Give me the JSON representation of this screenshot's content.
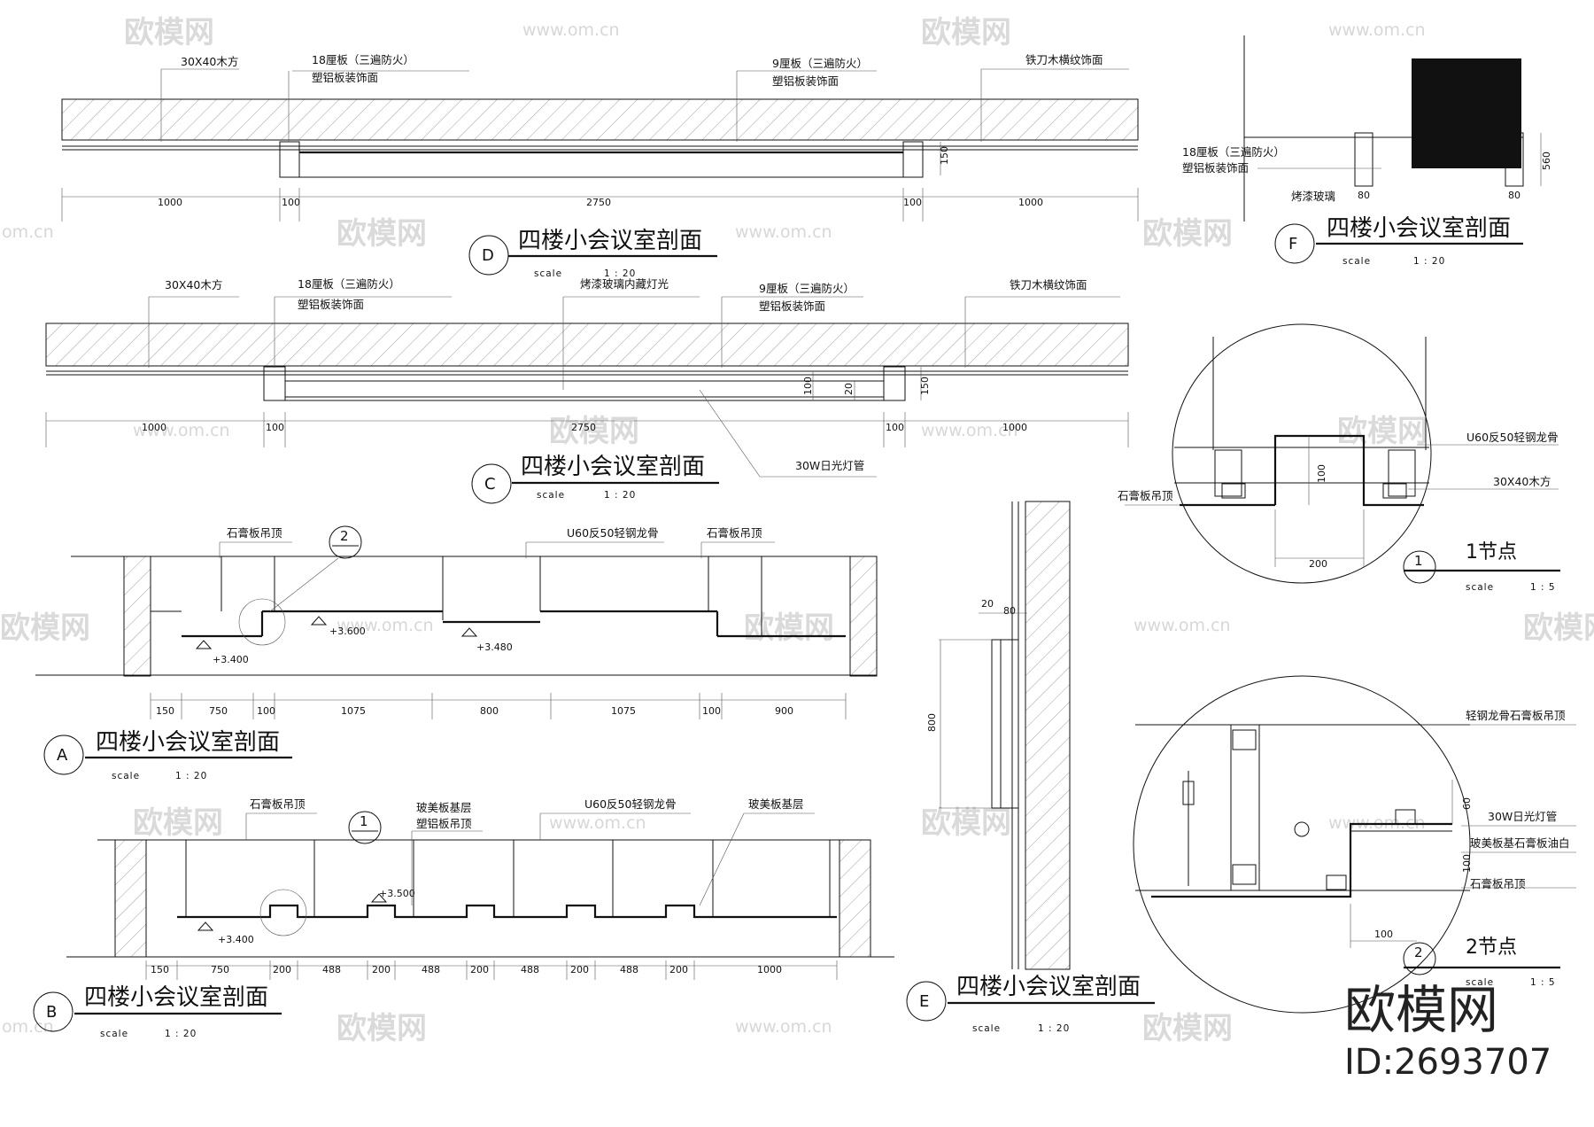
{
  "watermark": {
    "logo_text": "欧模网",
    "url_text": "www.om.cn",
    "url_short": "om.cn"
  },
  "brand": {
    "name": "欧模网",
    "id": "ID:2693707"
  },
  "section_title": "四楼小会议室剖面",
  "scale_word": "scale",
  "views": {
    "D": {
      "tag": "D",
      "scale": "1 : 20",
      "labels": [
        "30X40木方",
        "18厘板（三遍防火）",
        "塑铝板装饰面",
        "9厘板（三遍防火）",
        "塑铝板装饰面",
        "铁刀木横纹饰面"
      ],
      "dims": [
        "1000",
        "100",
        "2750",
        "100",
        "1000",
        "150"
      ]
    },
    "C": {
      "tag": "C",
      "scale": "1 : 20",
      "labels": [
        "30X40木方",
        "18厘板（三遍防火）",
        "塑铝板装饰面",
        "烤漆玻璃内藏灯光",
        "9厘板（三遍防火）",
        "塑铝板装饰面",
        "铁刀木横纹饰面",
        "30W日光灯管"
      ],
      "dims": [
        "1000",
        "100",
        "2750",
        "100",
        "1000",
        "100",
        "20",
        "150"
      ]
    },
    "F": {
      "tag": "F",
      "scale": "1 : 20",
      "labels": [
        "18厘板（三遍防火）",
        "塑铝板装饰面",
        "烤漆玻璃"
      ],
      "dims": [
        "80",
        "80",
        "560"
      ]
    },
    "A": {
      "tag": "A",
      "scale": "1 : 20",
      "labels": [
        "石膏板吊顶",
        "U60反50轻钢龙骨",
        "石膏板吊顶"
      ],
      "callout": "2",
      "levels": [
        "+3.600",
        "+3.480",
        "+3.400"
      ],
      "dims": [
        "150",
        "750",
        "100",
        "1075",
        "800",
        "1075",
        "100",
        "900"
      ]
    },
    "B": {
      "tag": "B",
      "scale": "1 : 20",
      "labels": [
        "石膏板吊顶",
        "玻美板基层",
        "塑铝板吊顶",
        "U60反50轻钢龙骨",
        "玻美板基层"
      ],
      "callout": "1",
      "levels": [
        "+3.500",
        "+3.400"
      ],
      "dims": [
        "150",
        "750",
        "200",
        "488",
        "200",
        "488",
        "200",
        "488",
        "200",
        "488",
        "200",
        "1000"
      ]
    },
    "E": {
      "tag": "E",
      "scale": "1 : 20",
      "dims": [
        "20",
        "80",
        "800"
      ]
    }
  },
  "details": {
    "n1": {
      "title": "1节点",
      "tag": "1",
      "scale": "1 : 5",
      "labels": [
        "U60反50轻钢龙骨",
        "30X40木方",
        "石膏板吊顶"
      ],
      "dims": [
        "100",
        "200"
      ]
    },
    "n2": {
      "title": "2节点",
      "tag": "2",
      "scale": "1 : 5",
      "labels": [
        "轻钢龙骨石膏板吊顶",
        "30W日光灯管",
        "玻美板基石膏板油白",
        "石膏板吊顶"
      ],
      "dims": [
        "60",
        "100",
        "100"
      ]
    }
  }
}
